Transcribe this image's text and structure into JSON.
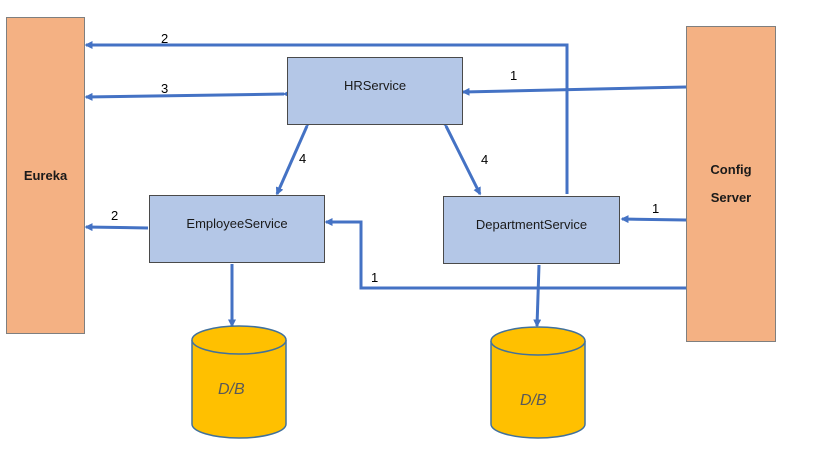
{
  "eureka": {
    "label": "Eureka"
  },
  "config": {
    "line1": "Config",
    "line2": "Server"
  },
  "hr": {
    "label": "HRService"
  },
  "employee": {
    "label": "EmployeeService"
  },
  "department": {
    "label": "DepartmentService"
  },
  "databases": {
    "left": "D/B",
    "right": "D/B"
  },
  "edge_labels": {
    "eureka_top": "2",
    "eureka_hr": "3",
    "config_hr": "1",
    "hr_employee": "4",
    "hr_department": "4",
    "employee_eureka": "2",
    "config_department": "1",
    "config_employee": "1"
  },
  "colors": {
    "arrow": "#4472c4",
    "orange_box": "#f4b183",
    "blue_box": "#b4c7e7",
    "cylinder": "#ffc000"
  }
}
